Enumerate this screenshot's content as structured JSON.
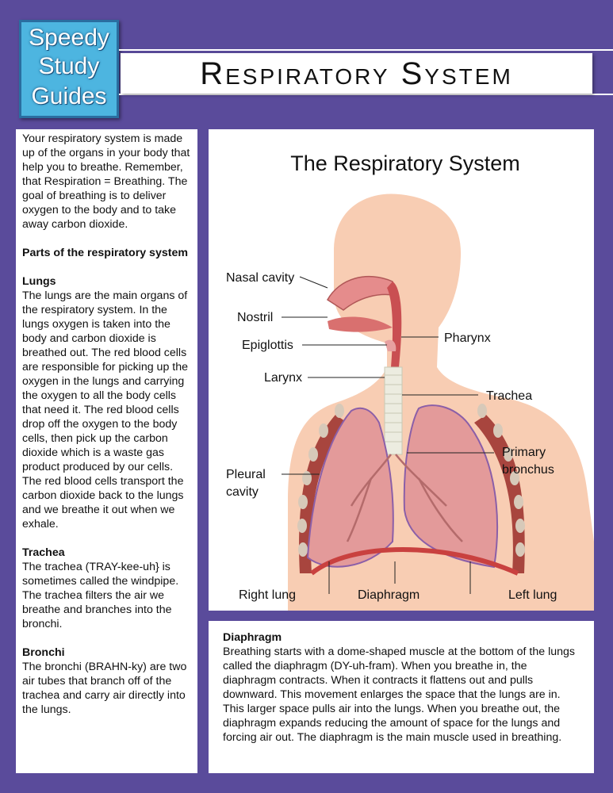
{
  "logo": {
    "line1": "Speedy",
    "line2": "Study",
    "line3": "Guides"
  },
  "page_title": "Respiratory System",
  "intro": "Your respiratory system is made up of the organs in your body that help you to breathe. Remember, that Respiration = Breathing. The goal of breathing is to deliver oxygen to the body and to take away carbon dioxide.",
  "parts_heading": "Parts of the respiratory system",
  "sections": [
    {
      "heading": "Lungs",
      "body": "The lungs are the main organs of the respiratory system. In the lungs oxygen is taken into the body and carbon dioxide is breathed out. The red blood cells are responsible for picking up the oxygen in the lungs and carrying the oxygen to all the body cells that need it. The red blood cells drop off the oxygen to the body cells, then pick up the carbon dioxide which is a waste gas product produced by our cells. The red blood cells transport the carbon dioxide back to the lungs and we breathe it out when we exhale."
    },
    {
      "heading": "Trachea",
      "body": "The trachea (TRAY-kee-uh} is sometimes called the windpipe. The trachea filters the air we breathe and branches into the bronchi."
    },
    {
      "heading": "Bronchi",
      "body": "The bronchi (BRAHN-ky) are two air tubes that branch off of the trachea and carry air directly into the lungs."
    }
  ],
  "figure": {
    "title": "The Respiratory System",
    "labels": {
      "nasal_cavity": "Nasal cavity",
      "nostril": "Nostril",
      "epiglottis": "Epiglottis",
      "larynx": "Larynx",
      "pharynx": "Pharynx",
      "trachea": "Trachea",
      "primary_bronchus_1": "Primary",
      "primary_bronchus_2": "bronchus",
      "pleural_cavity_1": "Pleural",
      "pleural_cavity_2": "cavity",
      "right_lung": "Right lung",
      "diaphragm": "Diaphragm",
      "left_lung": "Left lung"
    }
  },
  "diaphragm_section": {
    "heading": "Diaphragm",
    "body": "Breathing starts with a dome-shaped muscle at the bottom of the lungs called the diaphragm (DY-uh-fram). When you breathe in, the diaphragm contracts. When it contracts it flattens out and pulls downward. This movement enlarges the space that the lungs are in. This larger space pulls air into the lungs. When you breathe out, the diaphragm expands reducing the amount of space for the lungs and forcing air out. The diaphragm is the main muscle used in breathing."
  },
  "colors": {
    "background": "#5a4b9b",
    "logo": "#4db5e0",
    "skin": "#f8cdb3",
    "lung": "#e39a9a",
    "rib": "#a8453e"
  }
}
